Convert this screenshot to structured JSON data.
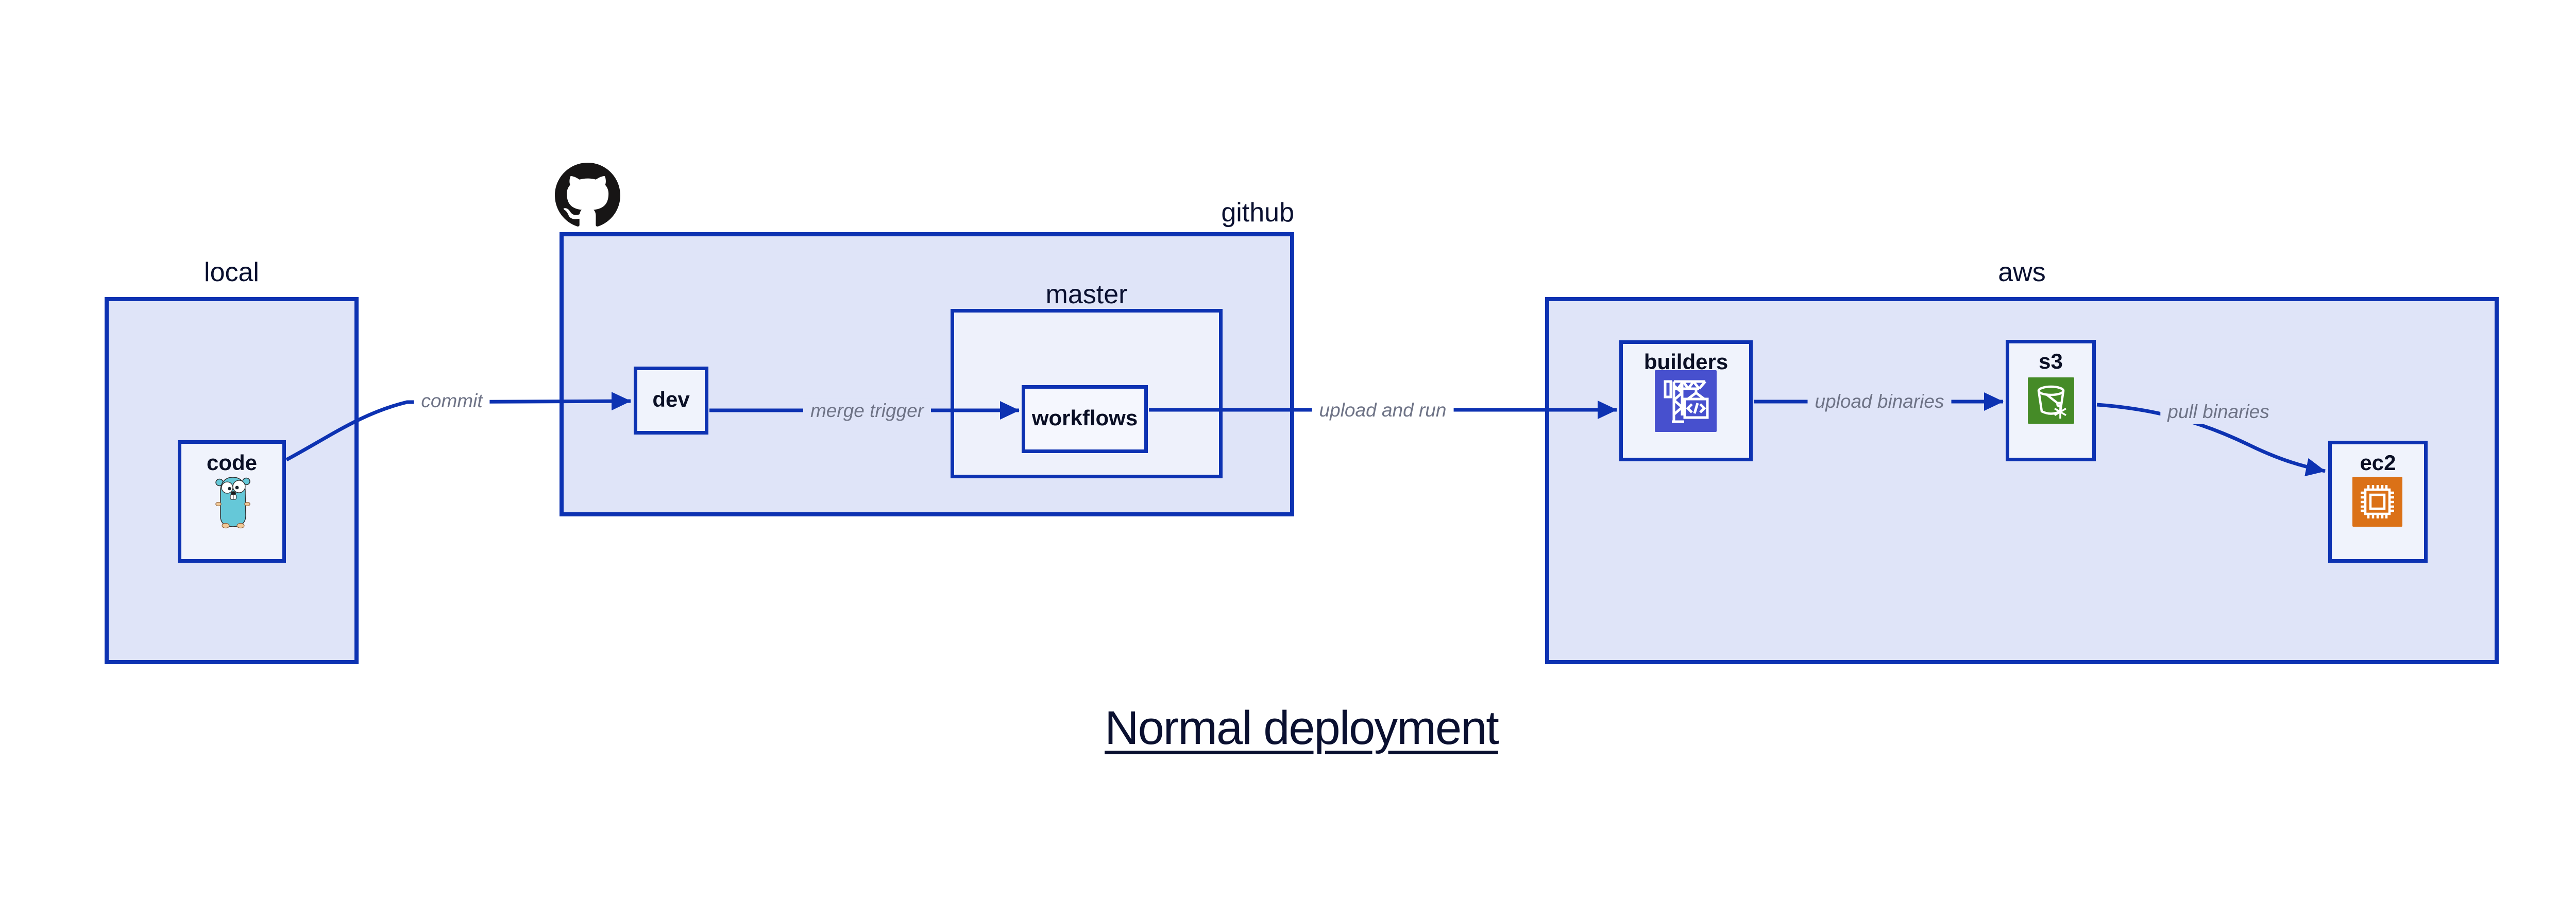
{
  "title": {
    "text": "Normal deployment"
  },
  "containers": {
    "local": {
      "label": "local"
    },
    "github": {
      "label": "github"
    },
    "master": {
      "label": "master"
    },
    "aws": {
      "label": "aws"
    }
  },
  "nodes": {
    "code": {
      "label": "code",
      "icon": "go-gopher-icon"
    },
    "dev": {
      "label": "dev"
    },
    "workflows": {
      "label": "workflows"
    },
    "builders": {
      "label": "builders",
      "icon": "aws-codebuild-icon"
    },
    "s3": {
      "label": "s3",
      "icon": "s3-glacier-bucket-icon"
    },
    "ec2": {
      "label": "ec2",
      "icon": "ec2-chip-icon"
    }
  },
  "edges": {
    "commit": {
      "label": "commit",
      "from": "code",
      "to": "dev"
    },
    "merge_trigger": {
      "label": "merge trigger",
      "from": "dev",
      "to": "workflows"
    },
    "upload_and_run": {
      "label": "upload and run",
      "from": "workflows",
      "to": "builders"
    },
    "upload_binaries": {
      "label": "upload binaries",
      "from": "builders",
      "to": "s3"
    },
    "pull_binaries": {
      "label": "pull binaries",
      "from": "s3",
      "to": "ec2"
    }
  },
  "decorations": {
    "github_logo": "github-octocat-icon"
  },
  "colors": {
    "border_blue": "#0D32B2",
    "edge_blue": "#0D32B2",
    "container_fill": "#DFE4F8",
    "subcontainer_fill": "#EEF1FB",
    "node_fill": "#F0F3FC",
    "text_navy": "#0A0F25",
    "edge_label_gray": "#6E7386",
    "codebuild_indigo": "#4750CE",
    "s3_green": "#458B27",
    "ec2_orange": "#DB7117",
    "gopher_teal": "#65C8D8",
    "octocat_black": "#171515"
  }
}
